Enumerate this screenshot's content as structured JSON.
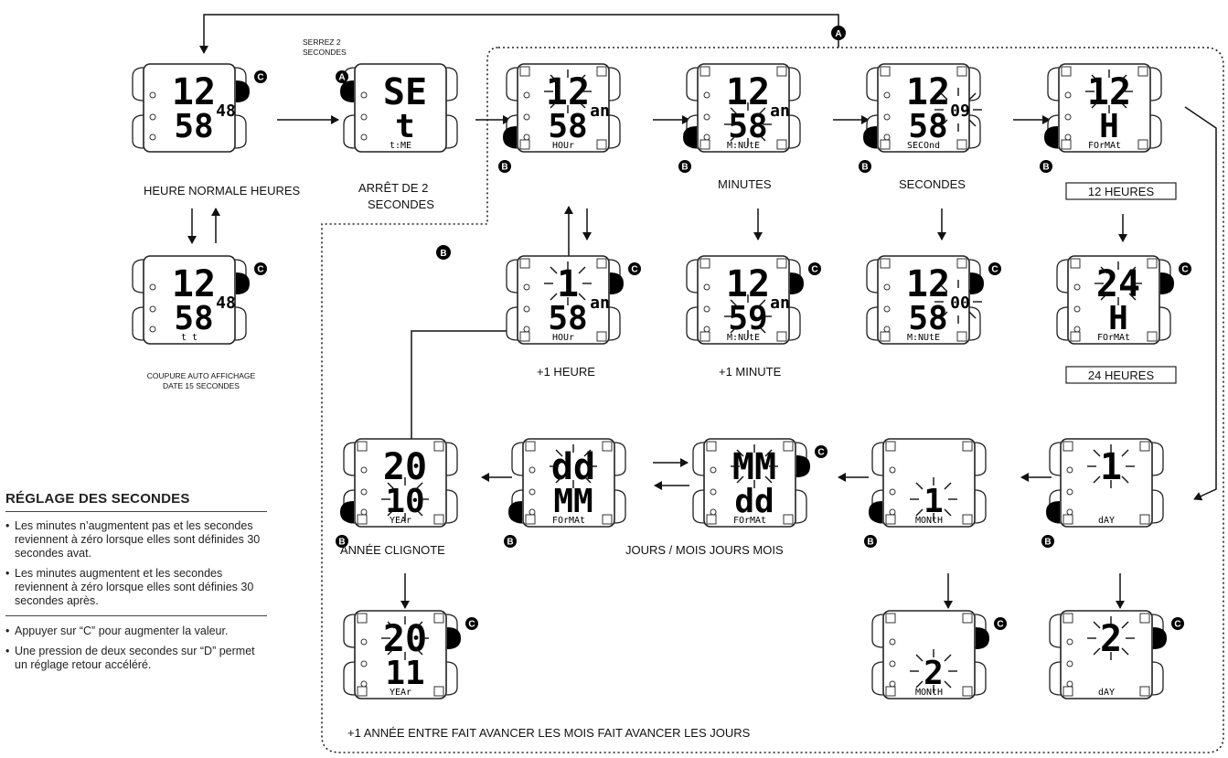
{
  "labels": {
    "serrez": "SERREZ 2",
    "serrez2": "SECONDES",
    "heure_normale": "HEURE NORMALE HEURES",
    "arret1": "ARRÊT DE 2",
    "arret2": "SECONDES",
    "minutes": "MINUTES",
    "secondes": "SECONDES",
    "h12": "12 HEURES",
    "h24": "24 HEURES",
    "plus_heure": "+1 HEURE",
    "plus_minute": "+1 MINUTE",
    "coupure1": "COUPURE AUTO AFFICHAGE",
    "coupure2": "DATE 15 SECONDES",
    "annee_clignote": "ANNÉE CLIGNOTE",
    "jours_mois": "JOURS / MOIS JOURS MOIS",
    "bottom_caption": "+1 ANNÉE ENTRE FAIT AVANCER LES MOIS FAIT AVANCER LES JOURS"
  },
  "buttons": {
    "a": "A",
    "b": "B",
    "c": "C"
  },
  "watches": [
    {
      "top": "12",
      "bottom": "58",
      "side": "48",
      "sub": ""
    },
    {
      "top": "SE",
      "bottom": "t",
      "side": "",
      "sub": "t:ME"
    },
    {
      "top": "12",
      "bottom": "58",
      "side": "an",
      "sub": "HOUr"
    },
    {
      "top": "12",
      "bottom": "58",
      "side": "an",
      "sub": "M:NUtE"
    },
    {
      "top": "12",
      "bottom": "58",
      "side": "09",
      "sub": "SECOnd"
    },
    {
      "top": "12",
      "bottom": "H",
      "side": "",
      "sub": "FOrMAt"
    },
    {
      "top": "12",
      "bottom": "58",
      "side": "48",
      "sub": "t t"
    },
    {
      "top": "1",
      "bottom": "58",
      "side": "an",
      "sub": "HOUr"
    },
    {
      "top": "12",
      "bottom": "59",
      "side": "an",
      "sub": "M:NUtE"
    },
    {
      "top": "12",
      "bottom": "58",
      "side": "00",
      "sub": "M:NUtE"
    },
    {
      "top": "24",
      "bottom": "H",
      "side": "",
      "sub": "FOrMAt"
    },
    {
      "top": "20",
      "bottom": "10",
      "side": "",
      "sub": "YEAr"
    },
    {
      "top": "dd",
      "bottom": "MM",
      "side": "",
      "sub": "FOrMAt"
    },
    {
      "top": "MM",
      "bottom": "dd",
      "side": "",
      "sub": "FOrMAt"
    },
    {
      "top": "",
      "bottom": "1",
      "side": "",
      "sub": "MONtH"
    },
    {
      "top": "1",
      "bottom": "",
      "side": "",
      "sub": "dAY"
    },
    {
      "top": "20",
      "bottom": "11",
      "side": "",
      "sub": "YEAr"
    },
    {
      "top": "",
      "bottom": "2",
      "side": "",
      "sub": "MONtH"
    },
    {
      "top": "2",
      "bottom": "",
      "side": "",
      "sub": "dAY"
    }
  ],
  "panel": {
    "title": "RÉGLAGE DES SECONDES",
    "items": [
      "Les minutes n’augmentent pas et les secondes reviennent à zéro lorsque elles sont définides 30 secondes avat.",
      "Les minutes augmentent et les secondes reviennent à zéro lorsque elles sont définies 30 secondes après."
    ],
    "items2": [
      "Appuyer sur “C” pour augmenter la valeur.",
      "Une pression de deux secondes sur “D” permet un réglage retour accéléré."
    ]
  }
}
